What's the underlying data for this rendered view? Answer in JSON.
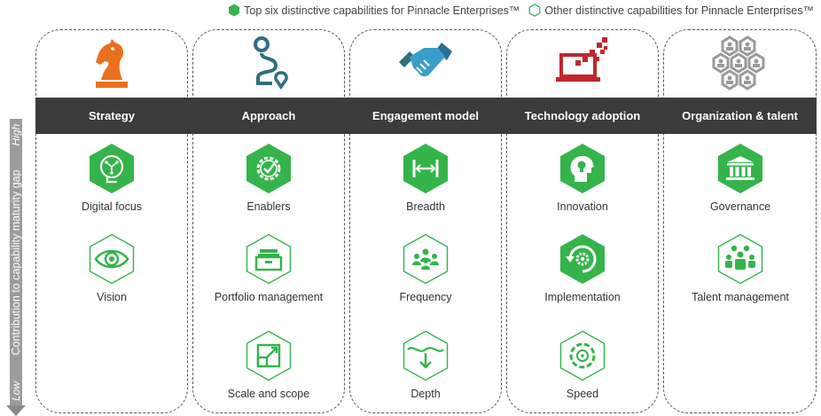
{
  "legend": {
    "filled_label": "Top six distinctive capabilities for Pinnacle Enterprises™",
    "outline_label": "Other distinctive capabilities for Pinnacle Enterprises™"
  },
  "axis": {
    "label": "Contribution to capability maturity gap",
    "high": "High",
    "low": "Low"
  },
  "colors": {
    "green": "#34b44a",
    "orange": "#e8701e",
    "teal": "#2f6f7e",
    "red": "#c0272d",
    "grey": "#9a9a9a",
    "header": "#3b3b3b"
  },
  "columns": [
    {
      "title": "Strategy",
      "top_icon": "chess-knight-icon",
      "capabilities": [
        {
          "label": "Digital focus",
          "icon": "circuit-head-icon",
          "top_six": true
        },
        {
          "label": "Vision",
          "icon": "eye-icon",
          "top_six": false
        }
      ]
    },
    {
      "title": "Approach",
      "top_icon": "route-pin-icon",
      "capabilities": [
        {
          "label": "Enablers",
          "icon": "gear-check-icon",
          "top_six": true
        },
        {
          "label": "Portfolio management",
          "icon": "file-drawer-icon",
          "top_six": false
        },
        {
          "label": "Scale and scope",
          "icon": "expand-arrow-icon",
          "top_six": false
        }
      ]
    },
    {
      "title": "Engagement model",
      "top_icon": "handshake-icon",
      "capabilities": [
        {
          "label": "Breadth",
          "icon": "width-arrows-icon",
          "top_six": true
        },
        {
          "label": "Frequency",
          "icon": "people-group-icon",
          "top_six": false
        },
        {
          "label": "Depth",
          "icon": "wave-down-arrow-icon",
          "top_six": false
        }
      ]
    },
    {
      "title": "Technology adoption",
      "top_icon": "laptop-pixels-icon",
      "capabilities": [
        {
          "label": "Innovation",
          "icon": "head-bulb-icon",
          "top_six": true
        },
        {
          "label": "Implementation",
          "icon": "gear-cycle-icon",
          "top_six": true
        },
        {
          "label": "Speed",
          "icon": "speed-dial-icon",
          "top_six": false
        }
      ]
    },
    {
      "title": "Organization & talent",
      "top_icon": "people-hexagons-icon",
      "capabilities": [
        {
          "label": "Governance",
          "icon": "institution-icon",
          "top_six": true
        },
        {
          "label": "Talent management",
          "icon": "team-icon",
          "top_six": false
        }
      ]
    }
  ]
}
